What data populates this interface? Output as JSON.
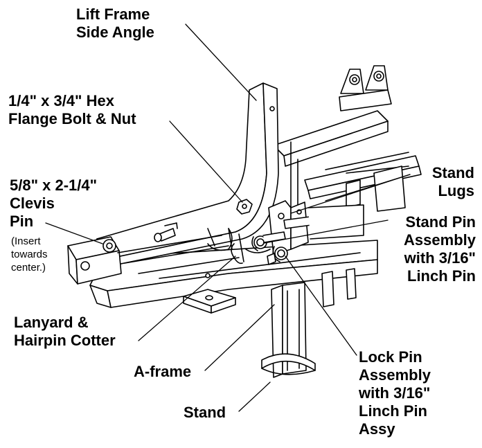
{
  "callouts": {
    "lift_frame": [
      "Lift Frame",
      "Side Angle"
    ],
    "hex_bolt": [
      "1/4\" x 3/4\" Hex",
      "Flange Bolt & Nut"
    ],
    "clevis_pin": [
      "5/8\" x 2-1/4\"",
      "Clevis",
      "Pin"
    ],
    "clevis_note": [
      "(Insert",
      "towards",
      "center.)"
    ],
    "stand_lugs": [
      "Stand",
      "Lugs"
    ],
    "stand_pin": [
      "Stand Pin",
      "Assembly",
      "with 3/16\"",
      "Linch Pin"
    ],
    "lanyard": [
      "Lanyard &",
      "Hairpin Cotter"
    ],
    "a_frame": [
      "A-frame"
    ],
    "lock_pin": [
      "Lock Pin",
      "Assembly",
      "with 3/16\"",
      "Linch Pin",
      "Assy"
    ],
    "stand": [
      "Stand"
    ]
  }
}
